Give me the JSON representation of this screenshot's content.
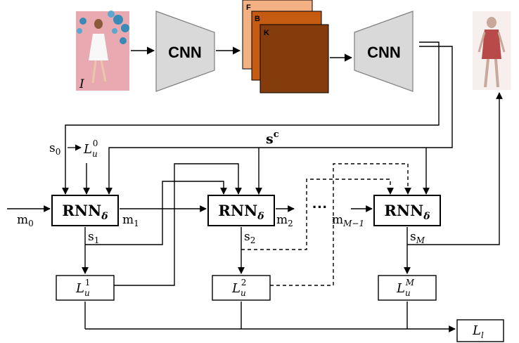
{
  "input_image": {
    "label": "I"
  },
  "cnn_encoder": {
    "label": "CNN"
  },
  "cnn_decoder": {
    "label": "CNN"
  },
  "feature_maps": {
    "labels": [
      "F",
      "B",
      "K"
    ]
  },
  "rnn_cells": [
    {
      "label": "RNN",
      "subscript": "δ"
    },
    {
      "label": "RNN",
      "subscript": "δ"
    },
    {
      "label": "RNN",
      "subscript": "δ"
    }
  ],
  "signals": {
    "s0": {
      "base": "s",
      "sub": "0"
    },
    "sc": {
      "base": "s",
      "sup": "c"
    },
    "s1": {
      "base": "s",
      "sub": "1"
    },
    "s2": {
      "base": "s",
      "sub": "2"
    },
    "sM": {
      "base": "s",
      "sub": "M"
    },
    "m0": {
      "base": "m",
      "sub": "0"
    },
    "m1": {
      "base": "m",
      "sub": "1"
    },
    "m2": {
      "base": "m",
      "sub": "2"
    },
    "mM1": {
      "base": "m",
      "sub": "M−1"
    }
  },
  "ellipsis": "···",
  "losses": {
    "lu0": {
      "base": "L",
      "sub": "u",
      "sup": "0"
    },
    "lu1": {
      "base": "L",
      "sub": "u",
      "sup": "1"
    },
    "lu2": {
      "base": "L",
      "sub": "u",
      "sup": "2"
    },
    "luM": {
      "base": "L",
      "sub": "u",
      "sup": "M"
    },
    "ll": {
      "base": "L",
      "sub": "l"
    }
  },
  "colors": {
    "cnn_fill": "#d9d9d9",
    "map_f": "#f4b183",
    "map_b": "#c55a11",
    "map_k": "#843c0c",
    "line": "#000000"
  }
}
